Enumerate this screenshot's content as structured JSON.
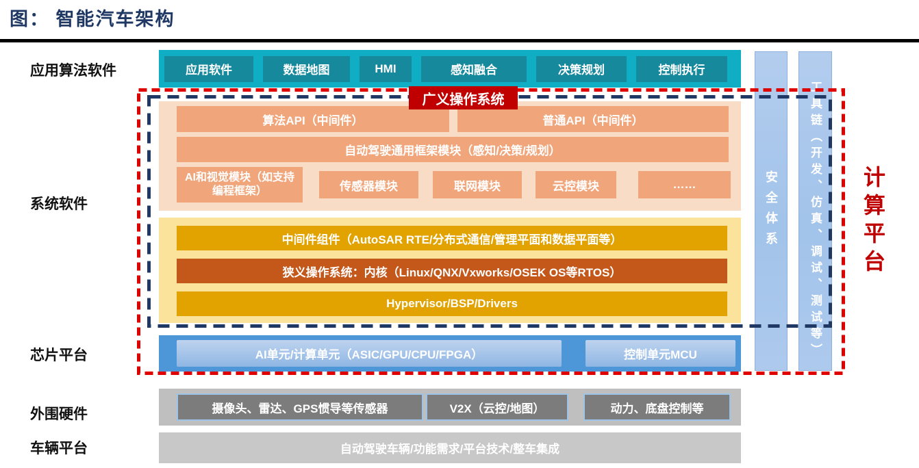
{
  "title": "图： 智能汽车架构",
  "left_labels": [
    "应用算法软件",
    "系统软件",
    "芯片平台",
    "外围硬件",
    "车辆平台"
  ],
  "app_layer": {
    "items": [
      "应用软件",
      "数据地图",
      "HMI",
      "感知融合",
      "决策规划",
      "控制执行"
    ]
  },
  "gos": {
    "label": "广义操作系统"
  },
  "middleware_layer": {
    "api_boxes": [
      "算法API（中间件）",
      "普通API（中间件）"
    ],
    "framework": "自动驾驶通用框架模块（感知/决策/规划）",
    "modules": [
      "AI和视觉模块（如支持编程框架）",
      "传感器模块",
      "联网模块",
      "云控模块",
      "……"
    ]
  },
  "os_layer": {
    "rows": [
      "中间件组件（AutoSAR RTE/分布式通信/管理平面和数据平面等）",
      "狭义操作系统：内核（Linux/QNX/Vxworks/OSEK OS等RTOS）",
      "Hypervisor/BSP/Drivers"
    ]
  },
  "chip_layer": {
    "items": [
      "AI单元/计算单元（ASIC/GPU/CPU/FPGA）",
      "控制单元MCU"
    ]
  },
  "peripheral_layer": {
    "items": [
      "摄像头、雷达、GPS惯导等传感器",
      "V2X（云控/地图）",
      "动力、底盘控制等"
    ]
  },
  "vehicle_layer": {
    "label": "自动驾驶车辆/功能需求/平台技术/整车集成"
  },
  "right_bars": {
    "security": "安全体系",
    "toolchain": "工具链（开发、仿真、调试、测试等）"
  },
  "compute_platform": "计算平台",
  "colors": {
    "title_navy": "#1F3864",
    "app_teal": "#0FAEC5",
    "app_teal_dark": "#16899D",
    "gos_red": "#C00000",
    "dash_red": "#DF0000",
    "dash_navy": "#1F3864",
    "peach_panel": "#F8DCC6",
    "peach_box": "#F1A57A",
    "yellow_panel": "#FCE39B",
    "amber_band": "#E2A300",
    "rust_band": "#C4571A",
    "chip_blue": "#4D96D8",
    "chip_box_light": "#A9C4E9",
    "bar_blue": "#A9C8EB",
    "gray_panel": "#BFBFBF",
    "gray_box": "#7C7C7C",
    "gray_box_border": "#9DC3E6",
    "vehicle_gray": "#C8C8C8",
    "compute_red": "#C00000"
  }
}
